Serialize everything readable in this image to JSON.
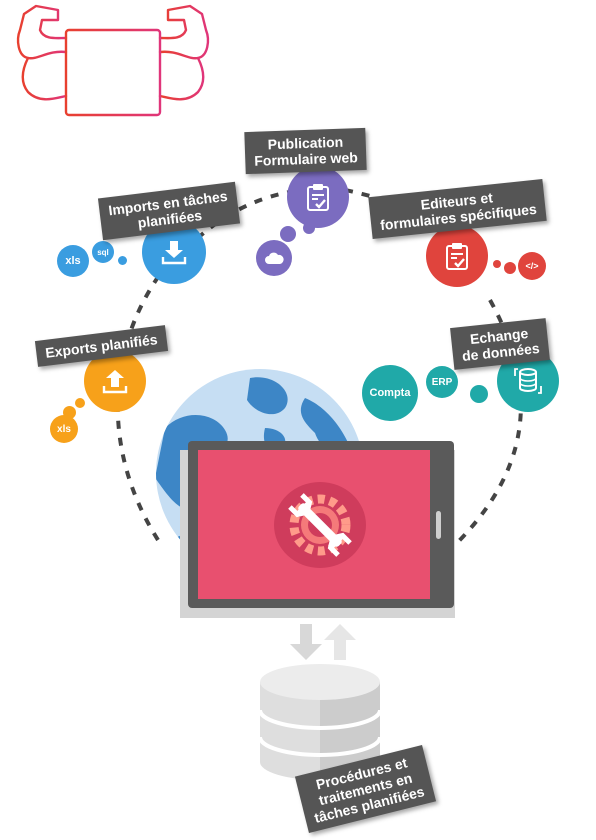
{
  "labels": {
    "publication": "Publication\nFormulaire web",
    "imports": "Imports en tâches\nplanifiées",
    "editeurs": "Editeurs et\nformulaires spécifiques",
    "exports": "Exports planifiés",
    "echange": "Echange\nde données",
    "procedures": "Procédures et\ntraitements en\ntâches planifiées"
  },
  "small_bubbles": {
    "xls_top": "xls",
    "sql": "sql",
    "xls_bottom": "xls",
    "compta": "Compta",
    "erp": "ERP",
    "code": "</>"
  },
  "colors": {
    "gray_label": "#555555",
    "purple": "#7b6cc0",
    "blue": "#3a9de0",
    "red": "#e0443d",
    "orange": "#f7a11a",
    "teal": "#20a9a8",
    "pink_screen": "#e8506f",
    "logo": "#e04050"
  },
  "icons": [
    "logo-window-arms-icon",
    "clipboard-check-icon",
    "download-icon",
    "upload-icon",
    "cloud-icon",
    "database-sync-icon",
    "wrench-gear-icon",
    "globe-icon",
    "sync-arrows-icon",
    "database-icon"
  ]
}
